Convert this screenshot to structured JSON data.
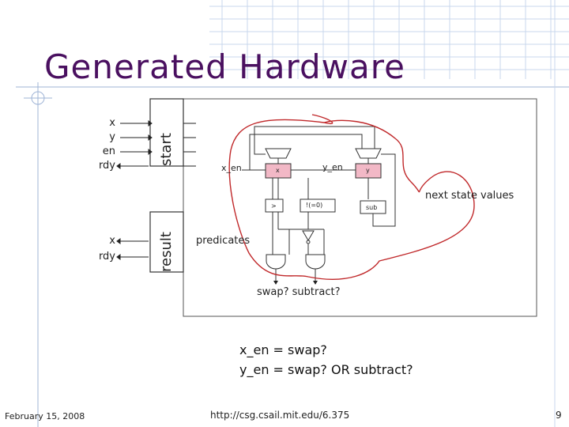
{
  "slide": {
    "title": "Generated Hardware",
    "date": "February 15, 2008",
    "url": "http://csg.csail.mit.edu/6.375",
    "page_number": "9"
  },
  "start_interface": {
    "label": "start",
    "ports": [
      "x",
      "y",
      "en",
      "rdy"
    ]
  },
  "result_interface": {
    "label": "result",
    "ports": [
      "x",
      "rdy"
    ]
  },
  "circuit": {
    "x_en": "x_en",
    "y_en": "y_en",
    "reg_x": "x",
    "reg_y": "y",
    "greater_than": ">",
    "not_zero": "!(=0)",
    "subtractor": "sub",
    "predicates": "predicates",
    "next_state_values": "next state values",
    "swap_subtract": "swap? subtract?"
  },
  "equations": {
    "line1": "x_en = swap?",
    "line2": "y_en = swap? OR subtract?"
  },
  "colors": {
    "title": "#4a1060",
    "annotation": "#c0282a",
    "register_fill": "#f2b8c6",
    "decor_grid": "#c9d7ec"
  }
}
